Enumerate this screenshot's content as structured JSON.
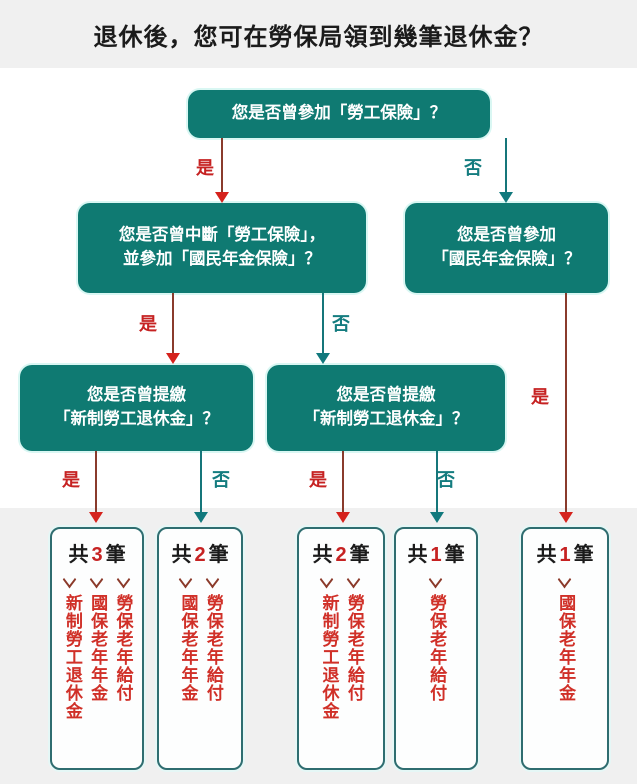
{
  "title": "退休後，您可在勞保局領到幾筆退休金？",
  "colors": {
    "box_fill": "#0f7a72",
    "box_text": "#ffffff",
    "yes_accent": "#c62222",
    "no_accent": "#147c7f",
    "result_text": "#d03028",
    "band": "#f0f0f0"
  },
  "decisions": [
    {
      "id": "q1",
      "lines": [
        "您是否曾參加「勞工保險」？"
      ]
    },
    {
      "id": "q2",
      "lines": [
        "您是否曾中斷「勞工保險」，",
        "並參加「國民年金保險」？"
      ]
    },
    {
      "id": "q3",
      "lines": [
        "您是否曾參加",
        "「國民年金保險」？"
      ]
    },
    {
      "id": "q4",
      "lines": [
        "您是否曾提繳",
        "「新制勞工退休金」？"
      ]
    },
    {
      "id": "q5",
      "lines": [
        "您是否曾提繳",
        "「新制勞工退休金」？"
      ]
    }
  ],
  "edges": [
    {
      "id": "e1",
      "label": "是",
      "kind": "yes"
    },
    {
      "id": "e2",
      "label": "否",
      "kind": "no"
    },
    {
      "id": "e3",
      "label": "是",
      "kind": "yes"
    },
    {
      "id": "e4",
      "label": "否",
      "kind": "no"
    },
    {
      "id": "e5",
      "label": "是",
      "kind": "yes"
    },
    {
      "id": "e6",
      "label": "是",
      "kind": "yes"
    },
    {
      "id": "e7",
      "label": "否",
      "kind": "no"
    },
    {
      "id": "e8",
      "label": "是",
      "kind": "yes"
    },
    {
      "id": "e9",
      "label": "否",
      "kind": "no"
    }
  ],
  "results": [
    {
      "id": "r1",
      "prefix": "共",
      "count": "3",
      "suffix": "筆",
      "items": [
        "勞保老年給付",
        "國保老年年金",
        "新制勞工退休金"
      ]
    },
    {
      "id": "r2",
      "prefix": "共",
      "count": "2",
      "suffix": "筆",
      "items": [
        "勞保老年給付",
        "國保老年年金"
      ]
    },
    {
      "id": "r3",
      "prefix": "共",
      "count": "2",
      "suffix": "筆",
      "items": [
        "勞保老年給付",
        "新制勞工退休金"
      ]
    },
    {
      "id": "r4",
      "prefix": "共",
      "count": "1",
      "suffix": "筆",
      "items": [
        "勞保老年給付"
      ]
    },
    {
      "id": "r5",
      "prefix": "共",
      "count": "1",
      "suffix": "筆",
      "items": [
        "國保老年年金"
      ]
    }
  ]
}
